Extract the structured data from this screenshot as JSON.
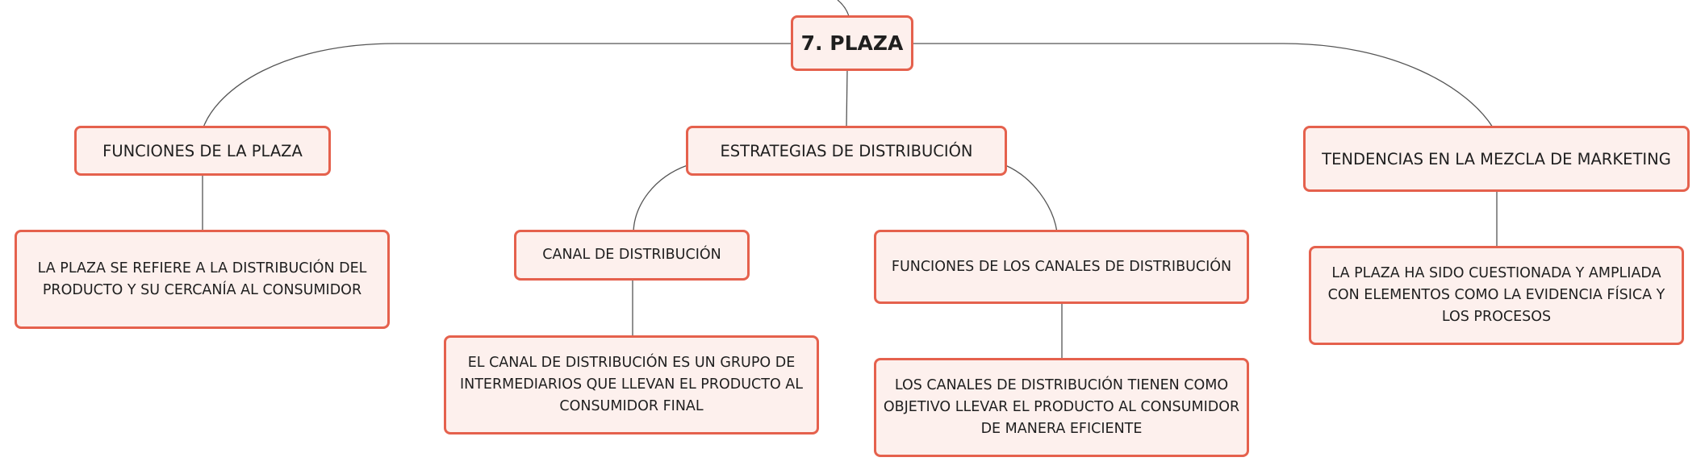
{
  "root": {
    "label": "7. PLAZA"
  },
  "branches": [
    {
      "label": "FUNCIONES DE LA PLAZA",
      "detail": "LA PLAZA SE REFIERE A LA DISTRIBUCIÓN DEL PRODUCTO Y SU CERCANÍA AL CONSUMIDOR"
    },
    {
      "label": "ESTRATEGIAS DE DISTRIBUCIÓN",
      "children": [
        {
          "label": "CANAL DE DISTRIBUCIÓN",
          "detail": "EL CANAL DE DISTRIBUCIÓN ES UN GRUPO DE INTERMEDIARIOS QUE LLEVAN EL PRODUCTO AL CONSUMIDOR FINAL"
        },
        {
          "label": "FUNCIONES DE LOS CANALES DE DISTRIBUCIÓN",
          "detail": "LOS CANALES DE DISTRIBUCIÓN TIENEN COMO OBJETIVO LLEVAR EL PRODUCTO AL CONSUMIDOR DE MANERA EFICIENTE"
        }
      ]
    },
    {
      "label": "TENDENCIAS EN LA MEZCLA DE MARKETING",
      "detail": "LA PLAZA HA SIDO CUESTIONADA Y AMPLIADA CON ELEMENTOS COMO LA EVIDENCIA FÍSICA Y LOS PROCESOS"
    }
  ],
  "colors": {
    "node_fill": "#fdf0ed",
    "node_border": "#e5614d",
    "connector": "#555555",
    "text": "#1f1f1f"
  }
}
